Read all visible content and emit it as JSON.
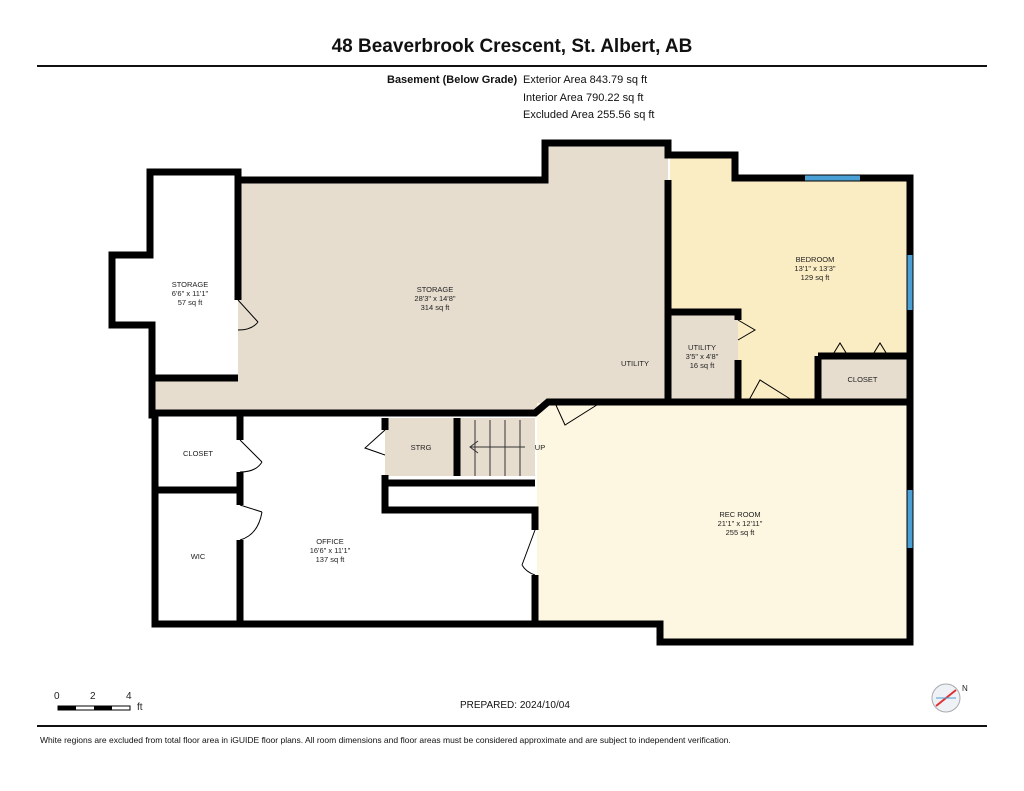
{
  "title": "48 Beaverbrook Crescent, St. Albert, AB",
  "level": "Basement (Below Grade)",
  "areas": {
    "exterior": "Exterior Area 843.79 sq ft",
    "interior": "Interior Area 790.22 sq ft",
    "excluded": "Excluded Area 255.56 sq ft"
  },
  "rooms": {
    "storage_small": {
      "name": "STORAGE",
      "dims": "6'6\" x 11'1\"",
      "area": "57 sq ft"
    },
    "storage_large": {
      "name": "STORAGE",
      "dims": "28'3\" x 14'8\"",
      "area": "314 sq ft"
    },
    "bedroom": {
      "name": "BEDROOM",
      "dims": "13'1\" x 13'3\"",
      "area": "129 sq ft"
    },
    "utility": {
      "name": "UTILITY",
      "dims": "3'5\" x 4'8\"",
      "area": "16 sq ft"
    },
    "utility_label": "UTILITY",
    "closet_bed": "CLOSET",
    "closet": "CLOSET",
    "wic": "WIC",
    "strg": "STRG",
    "up": "UP",
    "office": {
      "name": "OFFICE",
      "dims": "16'6\" x 11'1\"",
      "area": "137 sq ft"
    },
    "rec_room": {
      "name": "REC ROOM",
      "dims": "21'1\" x 12'11\"",
      "area": "255 sq ft"
    }
  },
  "scale": {
    "t0": "0",
    "t2": "2",
    "t4": "4",
    "unit": "ft"
  },
  "compass": "N",
  "prepared": "PREPARED:  2024/10/04",
  "footer": "White regions are excluded from total floor area in iGUIDE floor plans. All room dimensions and floor areas must be considered approximate and are subject to independent verification.",
  "colors": {
    "storage": "#e7ddcf",
    "bedroom": "#fbedc3",
    "rec": "#fdf6e1",
    "wall": "#000000",
    "window": "#4a9fd4"
  }
}
